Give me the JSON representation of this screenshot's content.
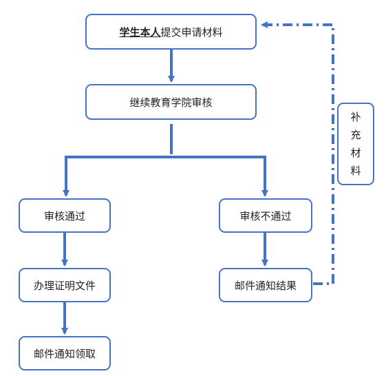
{
  "colors": {
    "accent": "#4472c4",
    "text": "#222222",
    "background": "#ffffff"
  },
  "nodes": {
    "submit": {
      "emphasis": "学生本人",
      "rest": "提交申请材料"
    },
    "college_review": "继续教育学院审核",
    "approved": "审核通过",
    "rejected": "审核不通过",
    "issue_docs": "办理证明文件",
    "mail_result": "邮件通知结果",
    "mail_pickup": "邮件通知领取"
  },
  "supplement": [
    "补",
    "充",
    "材",
    "料"
  ]
}
